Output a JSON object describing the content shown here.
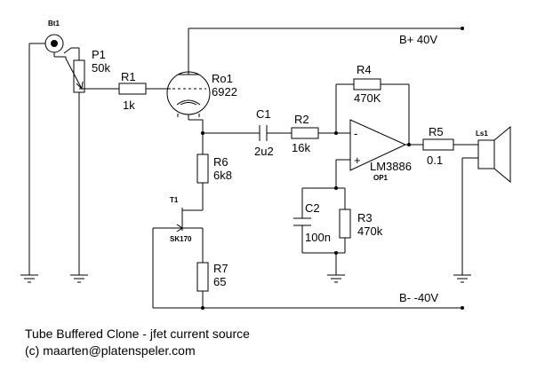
{
  "labels": {
    "bt1": "Bt1",
    "p1": "P1",
    "p1_value": "50k",
    "r1": "R1",
    "r1_value": "1k",
    "ro1": "Ro1",
    "ro1_value": "6922",
    "bplus": "B+ 40V",
    "bminus": "B- -40V",
    "c1": "C1",
    "c1_value": "2u2",
    "r2": "R2",
    "r2_value": "16k",
    "r4": "R4",
    "r4_value": "470K",
    "opamp_value": "LM3886",
    "opamp_ref": "OP1",
    "r5": "R5",
    "r5_value": "0.1",
    "ls1": "Ls1",
    "r6": "R6",
    "r6_value": "6k8",
    "t1": "T1",
    "t1_value": "SK170",
    "c2": "C2",
    "c2_value": "100n",
    "r3": "R3",
    "r3_value": "470k",
    "r7": "R7",
    "r7_value": "65",
    "minus": "-",
    "plus": "+"
  },
  "caption": {
    "line1": "Tube Buffered Clone - jfet current source",
    "line2": "(c) maarten@platenspeler.com"
  }
}
